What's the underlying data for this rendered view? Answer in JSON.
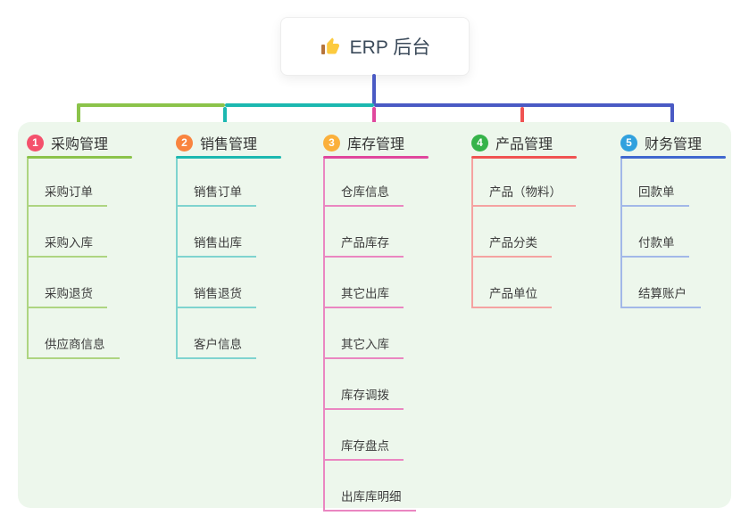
{
  "root": {
    "title": "ERP 后台",
    "icon": "thumbs-up"
  },
  "colors": {
    "connector_root": "#4a5ac4",
    "panel_background": "#edf7ec"
  },
  "branches": [
    {
      "number": "1",
      "name": "采购管理",
      "colors": {
        "badge": "#f4516c",
        "main": "#8bc34a",
        "light": "#aed581"
      },
      "children": [
        "采购订单",
        "采购入库",
        "采购退货",
        "供应商信息"
      ]
    },
    {
      "number": "2",
      "name": "销售管理",
      "colors": {
        "badge": "#f9843f",
        "main": "#1cb8b0",
        "light": "#7fd4cf"
      },
      "children": [
        "销售订单",
        "销售出库",
        "销售退货",
        "客户信息"
      ]
    },
    {
      "number": "3",
      "name": "库存管理",
      "colors": {
        "badge": "#fbb03b",
        "main": "#e0479d",
        "light": "#ea86c1"
      },
      "children": [
        "仓库信息",
        "产品库存",
        "其它出库",
        "其它入库",
        "库存调拨",
        "库存盘点",
        "出库库明细"
      ]
    },
    {
      "number": "4",
      "name": "产品管理",
      "colors": {
        "badge": "#36b34a",
        "main": "#f05352",
        "light": "#f5a2a1"
      },
      "children": [
        "产品（物料）",
        "产品分类",
        "产品单位"
      ]
    },
    {
      "number": "5",
      "name": "财务管理",
      "colors": {
        "badge": "#31a1de",
        "main": "#4168cf",
        "light": "#a2b8e8"
      },
      "children": [
        "回款单",
        "付款单",
        "结算账户"
      ]
    }
  ]
}
